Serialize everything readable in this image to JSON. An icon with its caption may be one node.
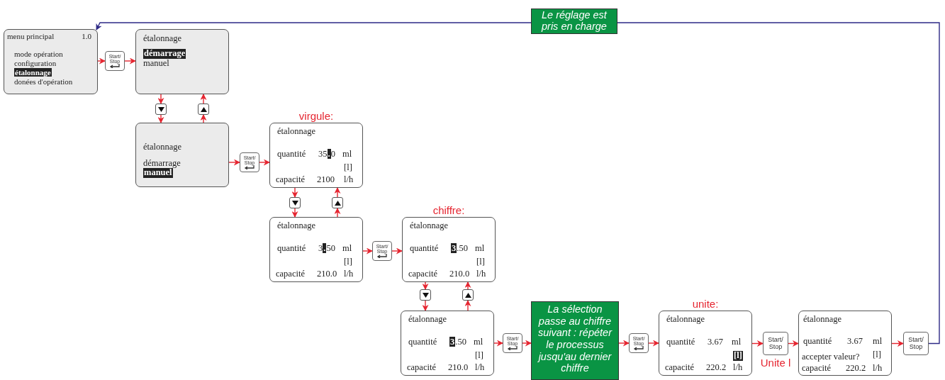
{
  "diagram": {
    "nodes": [
      {
        "text": [
          "menu principal",
          "1.0",
          "mode opération",
          "configuration",
          "étalonnage",
          "donées d'opération"
        ]
      },
      {
        "text": [
          "Start/ Stop"
        ]
      },
      {
        "text": [
          "étalonnage",
          "démarrage",
          "manuel"
        ]
      },
      {
        "text": [],
        "shape": "box"
      },
      {
        "text": [],
        "shape": "box"
      },
      {
        "text": [
          "étalonnage",
          "démarrage",
          "manuel"
        ]
      },
      {
        "text": [
          "Start/ Stop"
        ]
      },
      {
        "text": [
          "étalonnage",
          "quantité",
          "35.0",
          "ml",
          "[l]",
          "capacité",
          "2100",
          "l/h"
        ],
        "beside": [
          "virgule:"
        ]
      },
      {
        "text": [],
        "shape": "box"
      },
      {
        "text": [],
        "shape": "box"
      },
      {
        "text": [
          "étalonnage",
          "quantité",
          "3.50",
          "ml",
          "[l]",
          "capacité",
          "210.0",
          "l/h"
        ]
      },
      {
        "text": [
          "Start/ Stop"
        ]
      },
      {
        "text": [
          "étalonnage",
          "quantité",
          "3.50",
          "ml",
          "[l]",
          "capacité",
          "210.0",
          "l/h"
        ],
        "beside": [
          "chiffre:"
        ]
      },
      {
        "text": [],
        "shape": "box"
      },
      {
        "text": [],
        "shape": "box"
      },
      {
        "text": [
          "étalonnage",
          "quantité",
          "3.50",
          "ml",
          "[l]",
          "capacité",
          "210.0",
          "l/h"
        ]
      },
      {
        "text": [
          "Start/ Stop"
        ]
      },
      {
        "text": [
          "La sélection passe au chiffre suivant : répéter le processus jusqu'au dernier chiffre"
        ]
      },
      {
        "text": [
          "Start/ Stop"
        ]
      },
      {
        "text": [
          "étalonnage",
          "quantité",
          "3.67",
          "ml",
          "[l]",
          "capacité",
          "220.2",
          "l/h"
        ],
        "beside": [
          "unite:"
        ]
      },
      {
        "text": [
          "Start/ Stop"
        ],
        "beside": [
          "Unite l"
        ]
      },
      {
        "text": [
          "étalonnage",
          "quantité",
          "3.67",
          "ml",
          "[l]",
          "accepter valeur?",
          "capacité",
          "220.2",
          "l/h"
        ]
      },
      {
        "text": [
          "Start/ Stop"
        ]
      }
    ],
    "edges": [
      {
        "from": 0,
        "to": 1,
        "arrow": "to"
      },
      {
        "from": 1,
        "to": 2,
        "arrow": "to"
      },
      {
        "from": 2,
        "to": 3,
        "arrow": "to"
      },
      {
        "from": 3,
        "to": 5,
        "arrow": "to"
      },
      {
        "from": 5,
        "to": 4,
        "arrow": "to"
      },
      {
        "from": 4,
        "to": 2,
        "arrow": "to"
      },
      {
        "from": 5,
        "to": 6,
        "arrow": "to"
      },
      {
        "from": 6,
        "to": 7,
        "arrow": "to"
      },
      {
        "from": 7,
        "to": 8,
        "arrow": "to"
      },
      {
        "from": 8,
        "to": 10,
        "arrow": "to"
      },
      {
        "from": 10,
        "to": 9,
        "arrow": "to"
      },
      {
        "from": 9,
        "to": 7,
        "arrow": "to"
      },
      {
        "from": 10,
        "to": 11,
        "arrow": "to"
      },
      {
        "from": 11,
        "to": 12,
        "arrow": "to"
      },
      {
        "from": 12,
        "to": 13,
        "arrow": "to"
      },
      {
        "from": 13,
        "to": 15,
        "arrow": "to"
      },
      {
        "from": 15,
        "to": 14,
        "arrow": "to"
      },
      {
        "from": 14,
        "to": 12,
        "arrow": "to"
      },
      {
        "from": 15,
        "to": 16,
        "arrow": "to"
      },
      {
        "from": 16,
        "to": 17,
        "arrow": "to"
      },
      {
        "from": 17,
        "to": 18,
        "arrow": "to"
      },
      {
        "from": 18,
        "to": 19,
        "arrow": "to"
      },
      {
        "from": 19,
        "to": 20,
        "arrow": "to"
      },
      {
        "from": 20,
        "to": 21,
        "arrow": "to"
      },
      {
        "from": 21,
        "to": 22,
        "arrow": "to"
      },
      {
        "from": 22,
        "to": 0,
        "arrow": "to",
        "color": "#2e2a86",
        "label": "Le réglage est pris en charge"
      }
    ]
  }
}
